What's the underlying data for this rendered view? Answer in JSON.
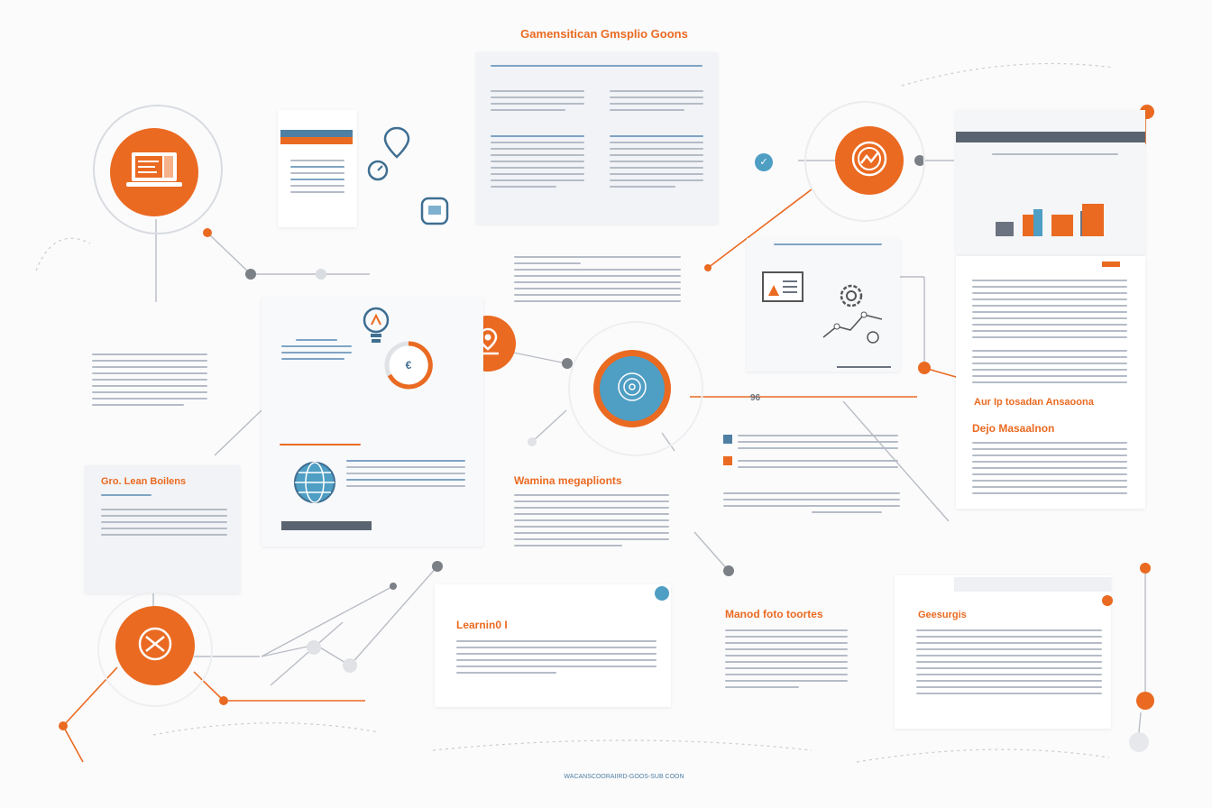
{
  "header": {
    "title": "Gamensitican Gmsplio Goons"
  },
  "labels": {
    "left_card_title": "Gro. Lean Boilens",
    "middle_orange_heading": "Wamina megaplionts",
    "right_orange_line": "Aur Ip tosadan Ansaoona",
    "right_heading": "Dejo Masaalnon",
    "bottom_left_heading": "Learnin0 I",
    "bottom_mid_heading": "Manod foto toortes",
    "bottom_right_heading": "Geesurgis",
    "connector_label": "96",
    "footer_caption": "WACANSCOORAIIRD-GOOS-SUB COON"
  },
  "colors": {
    "accent": "#ea6a21",
    "blue": "#4f9ec4",
    "dark": "#6b7380",
    "line": "#b5bcc7"
  },
  "icons": [
    "laptop-icon",
    "chart-growth-icon",
    "target-icon",
    "location-pin-icon",
    "globe-icon",
    "lightbulb-icon",
    "map-pin-icon",
    "gear-icon",
    "checkmark-icon",
    "compass-icon"
  ]
}
